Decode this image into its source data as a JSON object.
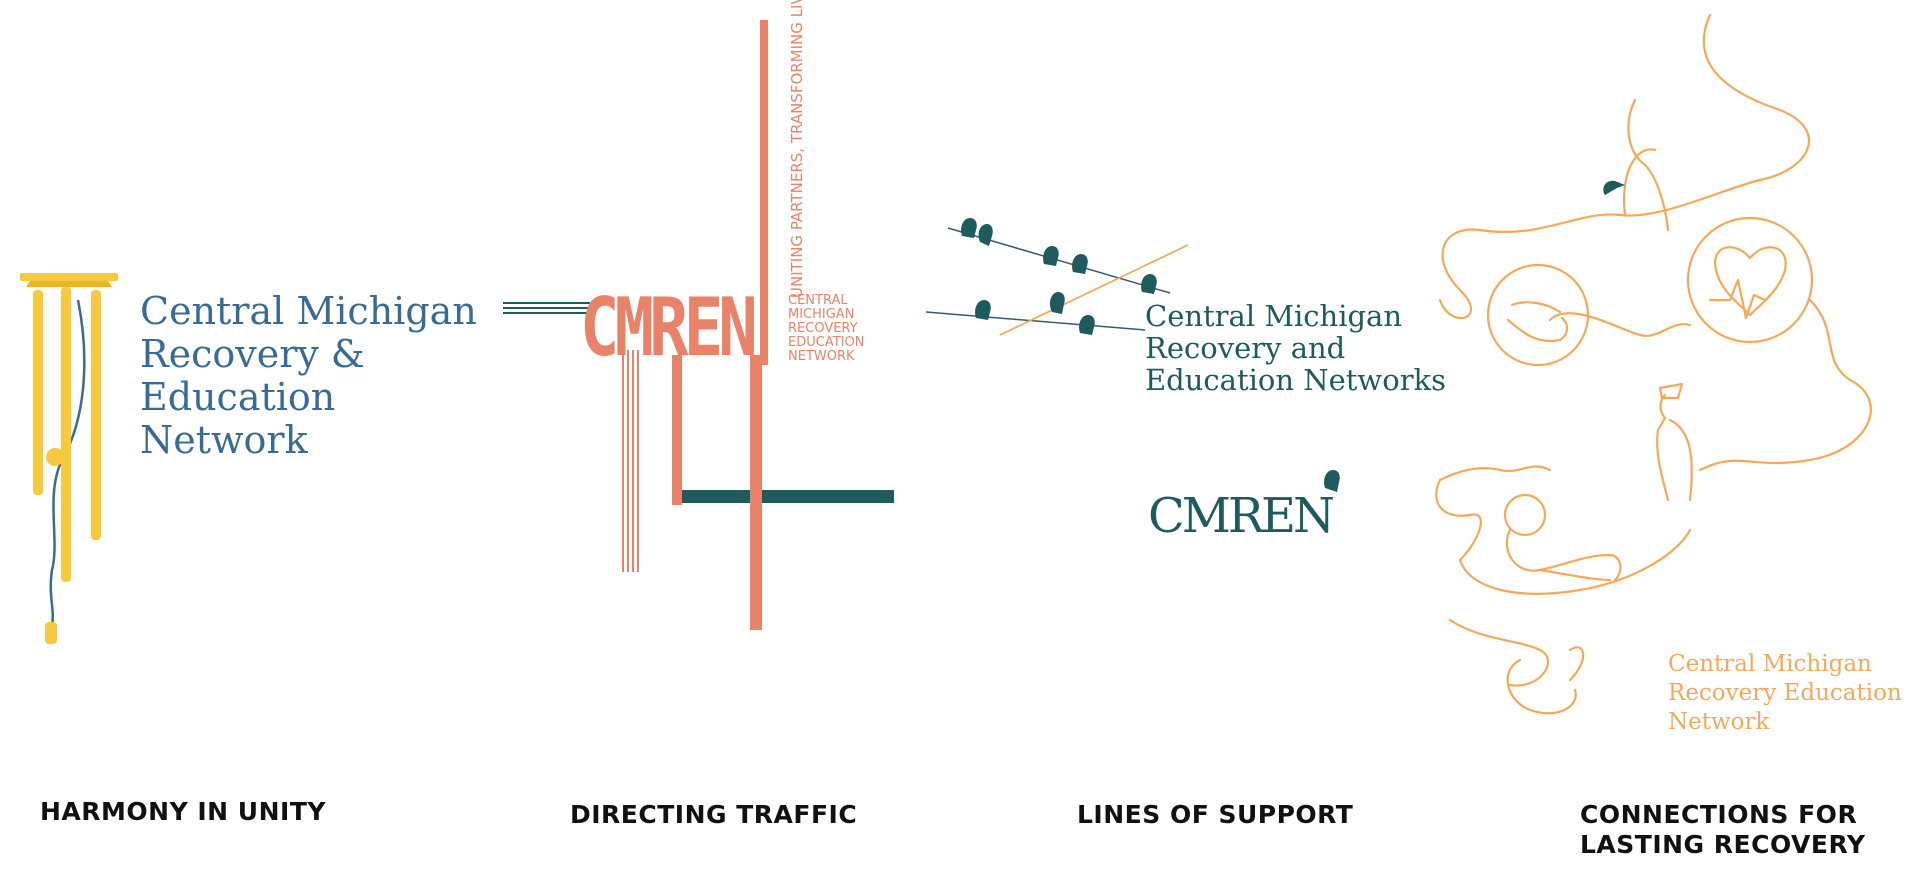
{
  "colors": {
    "blue": "#3a6b95",
    "gold": "#f6c93e",
    "coral": "#e8836a",
    "teal": "#1f5a5d",
    "orange": "#f5a85a",
    "caption": "#111111"
  },
  "concepts": [
    {
      "caption": "HARMONY IN UNITY",
      "logo_lines": [
        "Central Michigan",
        "Recovery &",
        "Education",
        "Network"
      ],
      "icon": "wind-chime-icon"
    },
    {
      "caption": "DIRECTING TRAFFIC",
      "wordmark": "CMREN",
      "tagline": "UNITING PARTNERS, TRANSFORMING LIVES",
      "logo_lines": [
        "CENTRAL",
        "MICHIGAN",
        "RECOVERY",
        "EDUCATION",
        "NETWORK"
      ],
      "icon": "crossing-lines-icon"
    },
    {
      "caption": "LINES OF SUPPORT",
      "logo_lines": [
        "Central Michigan",
        "Recovery and",
        "Education Networks"
      ],
      "wordmark": "CMREN",
      "icon": "birds-on-wire-icon"
    },
    {
      "caption_lines": [
        "CONNECTIONS FOR",
        "LASTING RECOVERY"
      ],
      "logo_lines": [
        "Central Michigan",
        "Recovery Education",
        "Network"
      ],
      "icon": "continuous-line-figures-icon"
    }
  ]
}
